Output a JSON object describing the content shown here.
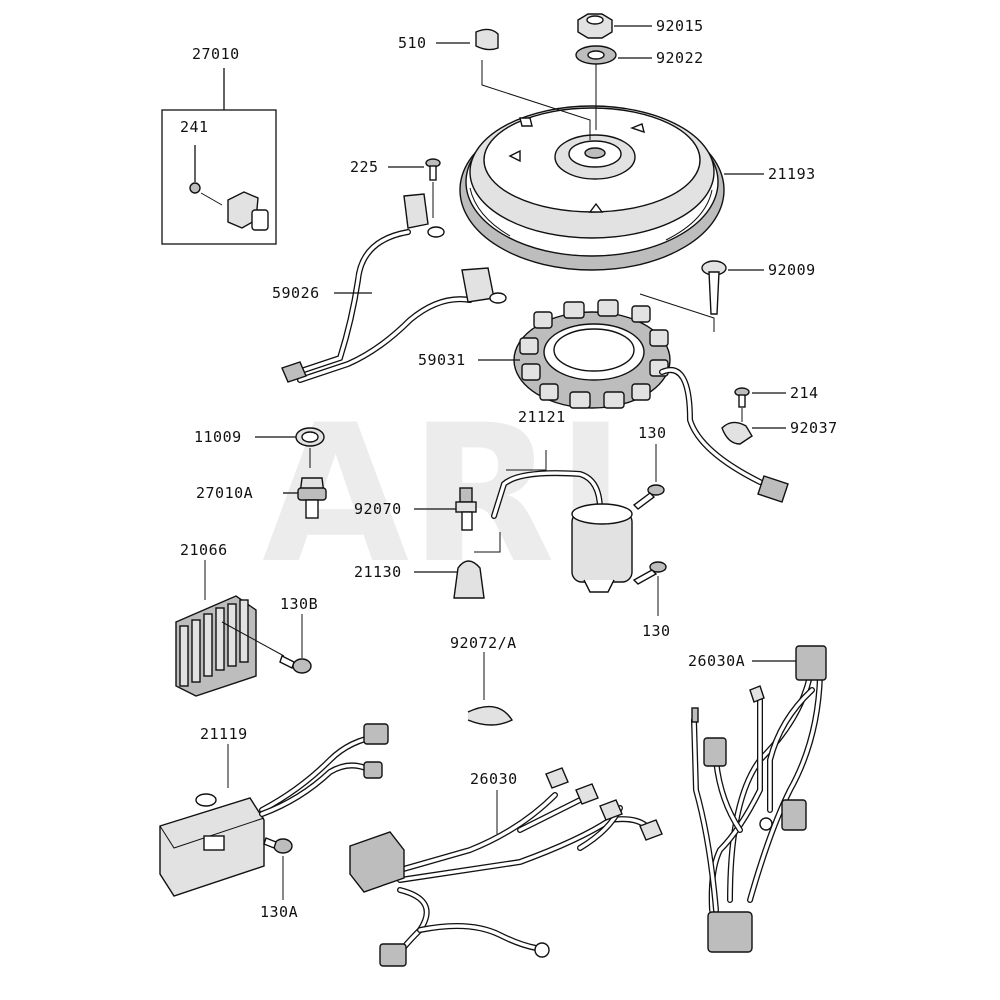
{
  "watermark": "ARI",
  "labels": {
    "p27010": "27010",
    "p241": "241",
    "p510": "510",
    "p92015": "92015",
    "p92022": "92022",
    "p225": "225",
    "p21193": "21193",
    "p92009": "92009",
    "p59026": "59026",
    "p59031": "59031",
    "p214": "214",
    "p92037": "92037",
    "p11009": "11009",
    "p21121": "21121",
    "p130a": "130",
    "p27010A": "27010A",
    "p92070": "92070",
    "p21066": "21066",
    "p130B": "130B",
    "p21130": "21130",
    "p130b": "130",
    "p92072A": "92072/A",
    "p26030A": "26030A",
    "p21119": "21119",
    "p26030": "26030",
    "p130A": "130A"
  }
}
